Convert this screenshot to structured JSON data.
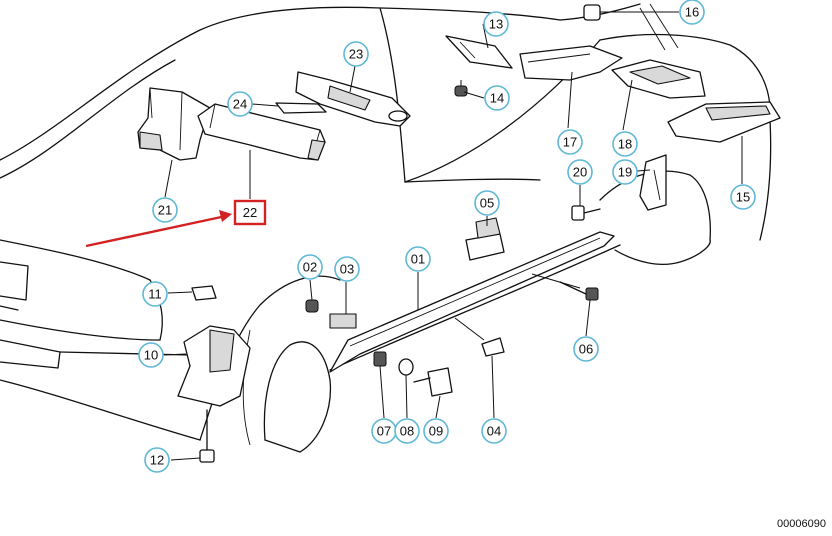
{
  "callouts": {
    "c01": "01",
    "c02": "02",
    "c03": "03",
    "c04": "04",
    "c05": "05",
    "c06": "06",
    "c07": "07",
    "c08": "08",
    "c09": "09",
    "c10": "10",
    "c11": "11",
    "c12": "12",
    "c13": "13",
    "c14": "14",
    "c15": "15",
    "c16": "16",
    "c17": "17",
    "c18": "18",
    "c19": "19",
    "c20": "20",
    "c21": "21",
    "c22": "22",
    "c23": "23",
    "c24": "24"
  },
  "highlight_color": "#d32222",
  "callout_color": "#5fb8d6",
  "document_number": "00006090"
}
